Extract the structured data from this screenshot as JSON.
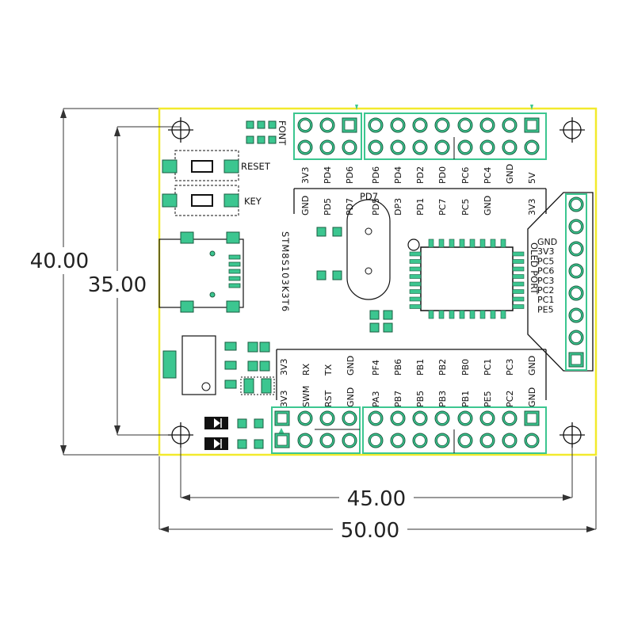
{
  "dimensions": {
    "height_outer": "40.00",
    "height_inner": "35.00",
    "width_inner": "45.00",
    "width_outer": "50.00"
  },
  "board": {
    "chip_label": "STM8S103K3T6",
    "crystal_label": "PD7",
    "font_label": "FONT",
    "reset_label": "RESET",
    "key_label": "KEY",
    "oled_label": "OLED PORT"
  },
  "top_header": {
    "row_a": [
      "3V3",
      "PD4",
      "PD6",
      "PD6",
      "PD4",
      "PD2",
      "PD0",
      "PC6",
      "PC4",
      "GND",
      "5V"
    ],
    "row_b": [
      "GND",
      "PD5",
      "PD7",
      "PD5",
      "DP3",
      "PD1",
      "PC7",
      "PC5",
      "GND",
      "3V3"
    ]
  },
  "bottom_header": {
    "row_a": [
      "3V3",
      "RX",
      "TX",
      "GND",
      "PF4",
      "PB6",
      "PB1",
      "PB2",
      "PB0",
      "PC1",
      "PC3",
      "GND"
    ],
    "row_b": [
      "3V3",
      "SWM",
      "RST",
      "GND",
      "PA3",
      "PB7",
      "PB5",
      "PB3",
      "PB1",
      "PE5",
      "PC2",
      "GND"
    ]
  },
  "oled_pins": [
    "GND",
    "3V3",
    "PC5",
    "PC6",
    "PC3",
    "PC2",
    "PC1",
    "PE5"
  ],
  "colors": {
    "board_outline": "#f2ea2c",
    "traces": "#3cc690",
    "ink": "#111111"
  }
}
